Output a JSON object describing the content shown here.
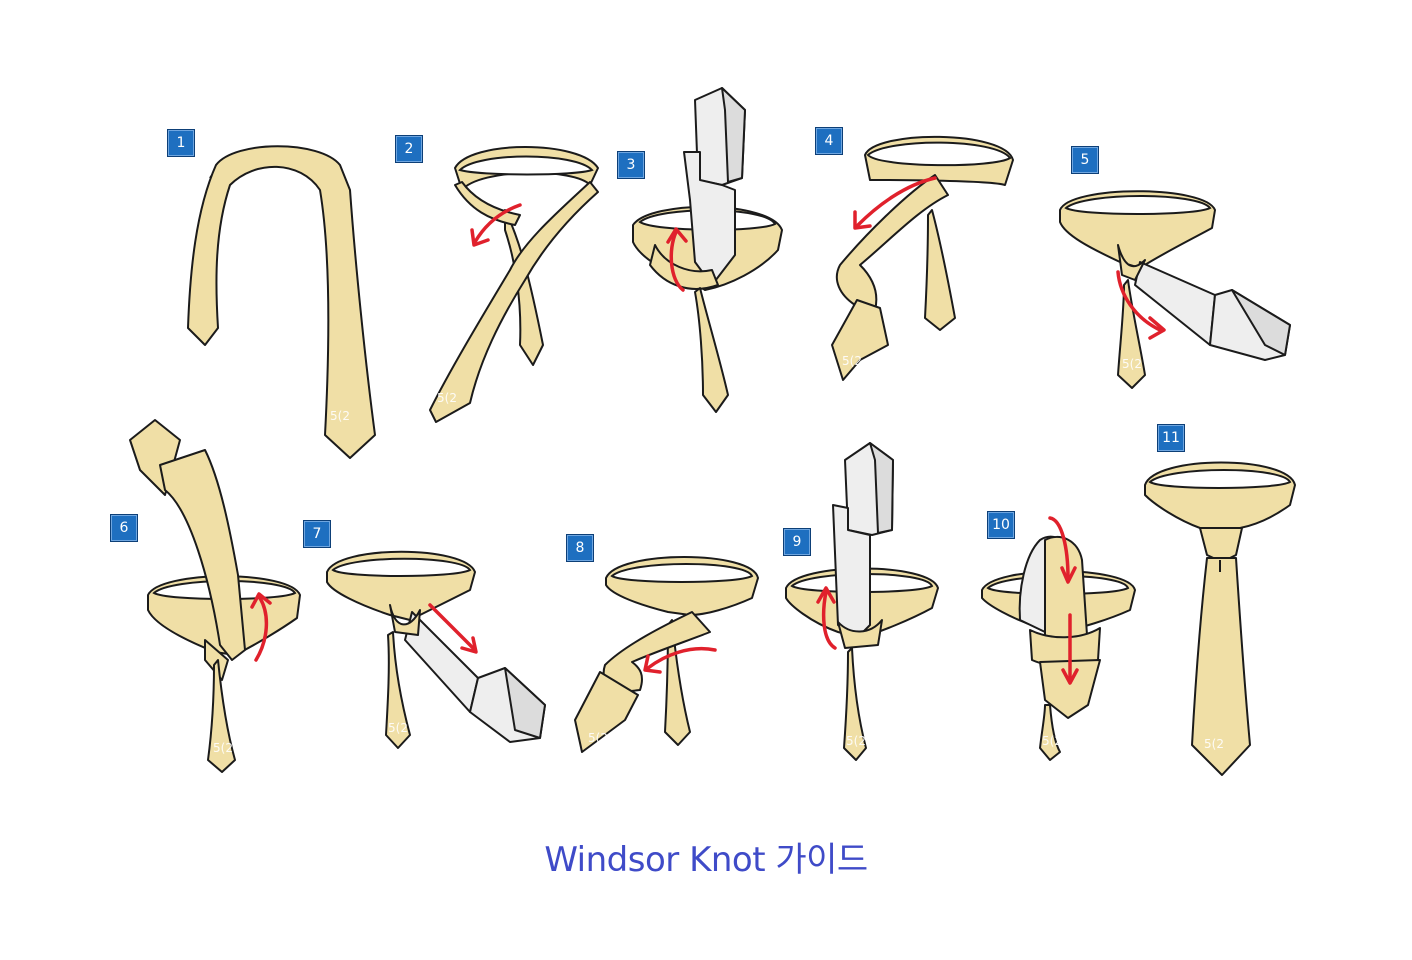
{
  "steps": [
    {
      "number": "1"
    },
    {
      "number": "2"
    },
    {
      "number": "3"
    },
    {
      "number": "4"
    },
    {
      "number": "5"
    },
    {
      "number": "6"
    },
    {
      "number": "7"
    },
    {
      "number": "8"
    },
    {
      "number": "9"
    },
    {
      "number": "10"
    },
    {
      "number": "11"
    }
  ],
  "brand_mark": "5(2",
  "title": "Windsor Knot 가이드",
  "colors": {
    "tie": "#f0dfa6",
    "tie_back": "#eeeeee",
    "arrow": "#e0212c",
    "badge": "#1e6fc0",
    "title": "#3f4bc8"
  }
}
